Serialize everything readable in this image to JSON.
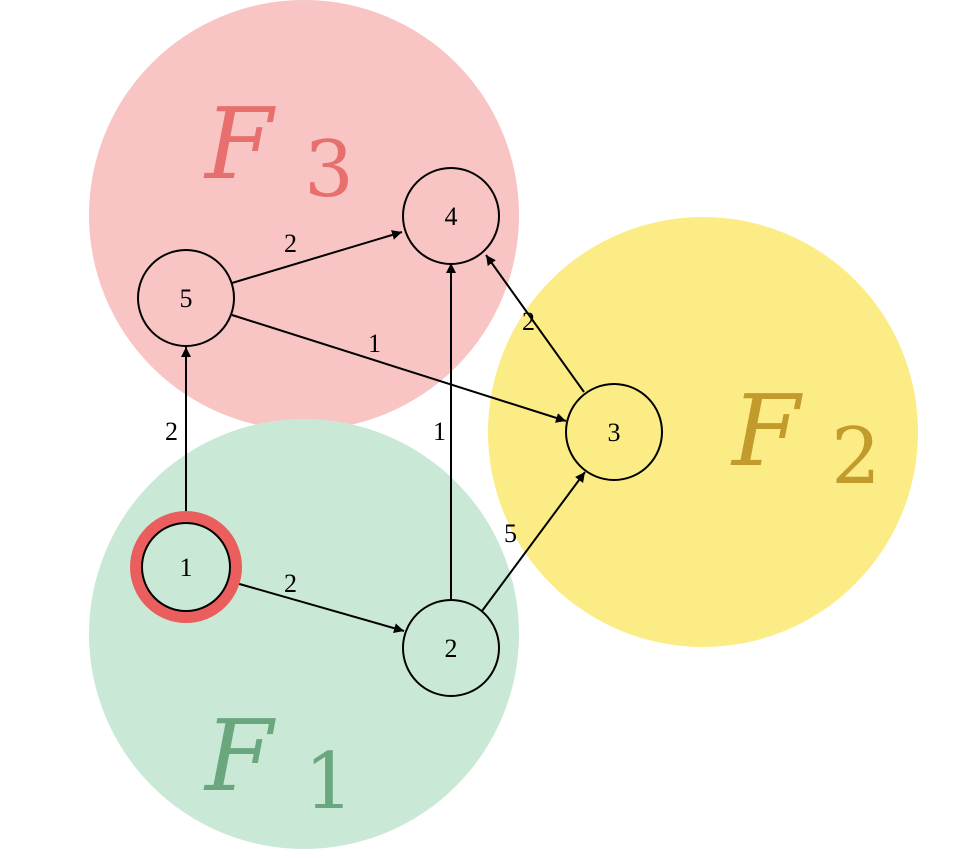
{
  "regions": [
    {
      "id": "F1",
      "letter": "F",
      "sub": "1",
      "fill": "#c9e9d6",
      "text_color": "#6aa77e"
    },
    {
      "id": "F2",
      "letter": "F",
      "sub": "2",
      "fill": "#fcec85",
      "text_color": "#c39a2c"
    },
    {
      "id": "F3",
      "letter": "F",
      "sub": "3",
      "fill": "#f8c4c4",
      "text_color": "#e7706e"
    }
  ],
  "nodes": [
    {
      "id": "1",
      "label": "1",
      "region": "F1",
      "highlighted": true
    },
    {
      "id": "2",
      "label": "2",
      "region": "F1",
      "highlighted": false
    },
    {
      "id": "3",
      "label": "3",
      "region": "F2",
      "highlighted": false
    },
    {
      "id": "4",
      "label": "4",
      "region": "F3",
      "highlighted": false
    },
    {
      "id": "5",
      "label": "5",
      "region": "F3",
      "highlighted": false
    }
  ],
  "edges": [
    {
      "from": "1",
      "to": "5",
      "weight": "2"
    },
    {
      "from": "1",
      "to": "2",
      "weight": "2"
    },
    {
      "from": "2",
      "to": "4",
      "weight": "1"
    },
    {
      "from": "2",
      "to": "3",
      "weight": "5"
    },
    {
      "from": "5",
      "to": "4",
      "weight": "2"
    },
    {
      "from": "5",
      "to": "3",
      "weight": "1"
    },
    {
      "from": "3",
      "to": "4",
      "weight": "2"
    }
  ],
  "colors": {
    "highlight_ring": "#ea5f5d",
    "stroke": "#000000"
  }
}
